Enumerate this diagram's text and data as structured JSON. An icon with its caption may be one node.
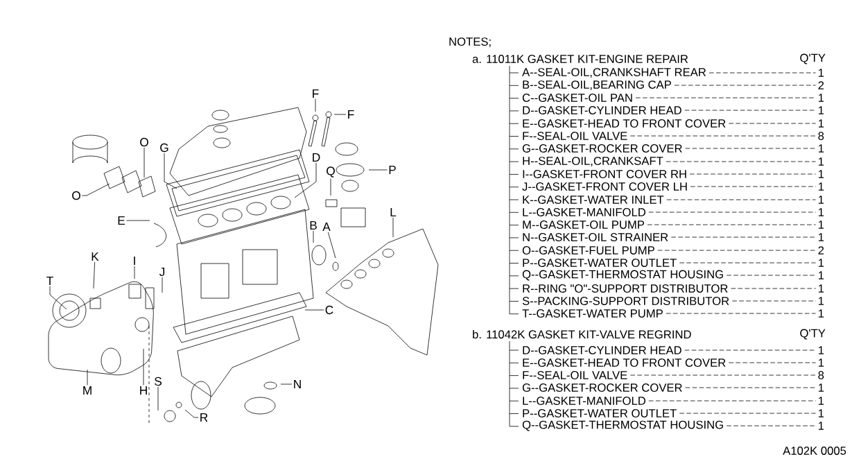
{
  "diagram": {
    "nodes": [
      {
        "text": [
          "F"
        ]
      },
      {
        "text": [
          "F"
        ]
      },
      {
        "text": [
          "G"
        ]
      },
      {
        "text": [
          "O"
        ]
      },
      {
        "text": [
          "O"
        ]
      },
      {
        "text": [
          "D"
        ]
      },
      {
        "text": [
          "Q"
        ]
      },
      {
        "text": [
          "P"
        ]
      },
      {
        "text": [
          "E"
        ]
      },
      {
        "text": [
          "B"
        ]
      },
      {
        "text": [
          "A"
        ]
      },
      {
        "text": [
          "L"
        ]
      },
      {
        "text": [
          "K"
        ]
      },
      {
        "text": [
          "T"
        ]
      },
      {
        "text": [
          "I"
        ]
      },
      {
        "text": [
          "J"
        ]
      },
      {
        "text": [
          "C"
        ]
      },
      {
        "text": [
          "S"
        ]
      },
      {
        "text": [
          "M"
        ]
      },
      {
        "text": [
          "H"
        ]
      },
      {
        "text": [
          "N"
        ]
      },
      {
        "text": [
          "R"
        ]
      }
    ],
    "edges": [
      {
        "from": 0,
        "to": null,
        "arrow": "none"
      },
      {
        "from": 1,
        "to": null,
        "arrow": "none"
      },
      {
        "from": 2,
        "to": null,
        "arrow": "none"
      },
      {
        "from": 3,
        "to": null,
        "arrow": "none"
      },
      {
        "from": 4,
        "to": null,
        "arrow": "none"
      },
      {
        "from": 5,
        "to": null,
        "arrow": "none"
      },
      {
        "from": 6,
        "to": null,
        "arrow": "none"
      },
      {
        "from": 7,
        "to": null,
        "arrow": "none"
      },
      {
        "from": 8,
        "to": null,
        "arrow": "none"
      },
      {
        "from": 9,
        "to": null,
        "arrow": "none"
      },
      {
        "from": 10,
        "to": null,
        "arrow": "none"
      },
      {
        "from": 11,
        "to": null,
        "arrow": "none"
      },
      {
        "from": 12,
        "to": null,
        "arrow": "none"
      },
      {
        "from": 13,
        "to": null,
        "arrow": "none"
      },
      {
        "from": 14,
        "to": null,
        "arrow": "none"
      },
      {
        "from": 15,
        "to": null,
        "arrow": "none"
      },
      {
        "from": 16,
        "to": null,
        "arrow": "none"
      },
      {
        "from": 17,
        "to": null,
        "arrow": "none"
      },
      {
        "from": 18,
        "to": null,
        "arrow": "none"
      },
      {
        "from": 19,
        "to": null,
        "arrow": "none"
      },
      {
        "from": 20,
        "to": null,
        "arrow": "none"
      },
      {
        "from": 21,
        "to": null,
        "arrow": "none"
      }
    ],
    "labels": [
      "NOTES;",
      "a. 11011K GASKET KIT-ENGINE REPAIR",
      "Q'TY",
      "A--SEAL-OIL,CRANKSHAFT REAR",
      "1",
      "B--SEAL-OIL,BEARING CAP",
      "2",
      "C--GASKET-OIL PAN",
      "1",
      "D--GASKET-CYLINDER HEAD",
      "1",
      "E--GASKET-HEAD TO FRONT COVER",
      "1",
      "F--SEAL-OIL VALVE",
      "8",
      "G--GASKET-ROCKER COVER",
      "1",
      "H--SEAL-OIL,CRANKSAFT",
      "1",
      "I--GASKET-FRONT COVER RH",
      "1",
      "J--GASKET-FRONT COVER LH",
      "1",
      "K--GASKET-WATER INLET",
      "1",
      "L--GASKET-MANIFOLD",
      "1",
      "M--GASKET-OIL PUMP",
      "1",
      "N--GASKET-OIL STRAINER",
      "1",
      "O--GASKET-FUEL PUMP",
      "2",
      "P--GASKET-WATER OUTLET",
      "1",
      "Q--GASKET-THERMOSTAT HOUSING",
      "1",
      "R--RING \"O\"-SUPPORT DISTRIBUTOR",
      "1",
      "S--PACKING-SUPPORT DISTRIBUTOR",
      "1",
      "T--GASKET-WATER PUMP",
      "1",
      "b. 11042K GASKET KIT-VALVE REGRIND",
      "Q'TY",
      "D--GASKET-CYLINDER HEAD",
      "1",
      "E--GASKET-HEAD TO FRONT COVER",
      "1",
      "F--SEAL-OIL VALVE",
      "8",
      "G--GASKET-ROCKER COVER",
      "1",
      "L--GASKET-MANIFOLD",
      "1",
      "P--GASKET-WATER OUTLET",
      "1",
      "Q--GASKET-THERMOSTAT HOUSING",
      "1",
      "A102K 0005"
    ]
  }
}
